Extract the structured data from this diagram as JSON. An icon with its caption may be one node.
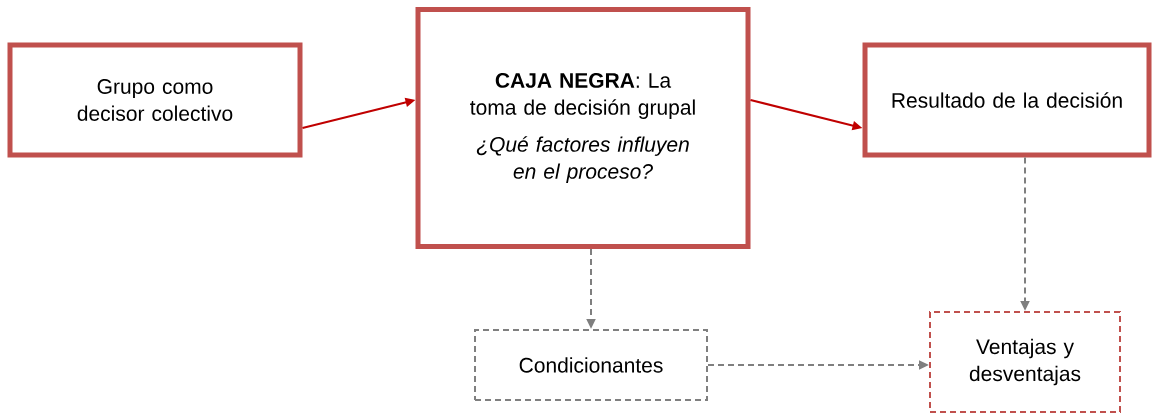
{
  "diagram": {
    "nodes": [
      {
        "text": [
          "Grupo como decisor colectivo"
        ]
      },
      {
        "text": [
          "**CAJA NEGRA**: La toma de decisión grupal",
          "¿Qué factores influyen en el proceso?"
        ]
      },
      {
        "text": [
          "Resultado de la decisión"
        ]
      },
      {
        "text": [
          "Condicionantes"
        ]
      },
      {
        "text": [
          "Ventajas y desventajas"
        ]
      }
    ],
    "edges": [
      {
        "from": 0,
        "to": 1,
        "arrow": "to",
        "color": "#c00000"
      },
      {
        "from": 1,
        "to": 2,
        "arrow": "to",
        "color": "#c00000"
      },
      {
        "from": 1,
        "to": 3,
        "arrow": "to",
        "style": "dashed"
      },
      {
        "from": 3,
        "to": 4,
        "arrow": "to",
        "style": "dashed"
      },
      {
        "from": 2,
        "to": 4,
        "arrow": "to",
        "style": "dashed"
      }
    ]
  }
}
